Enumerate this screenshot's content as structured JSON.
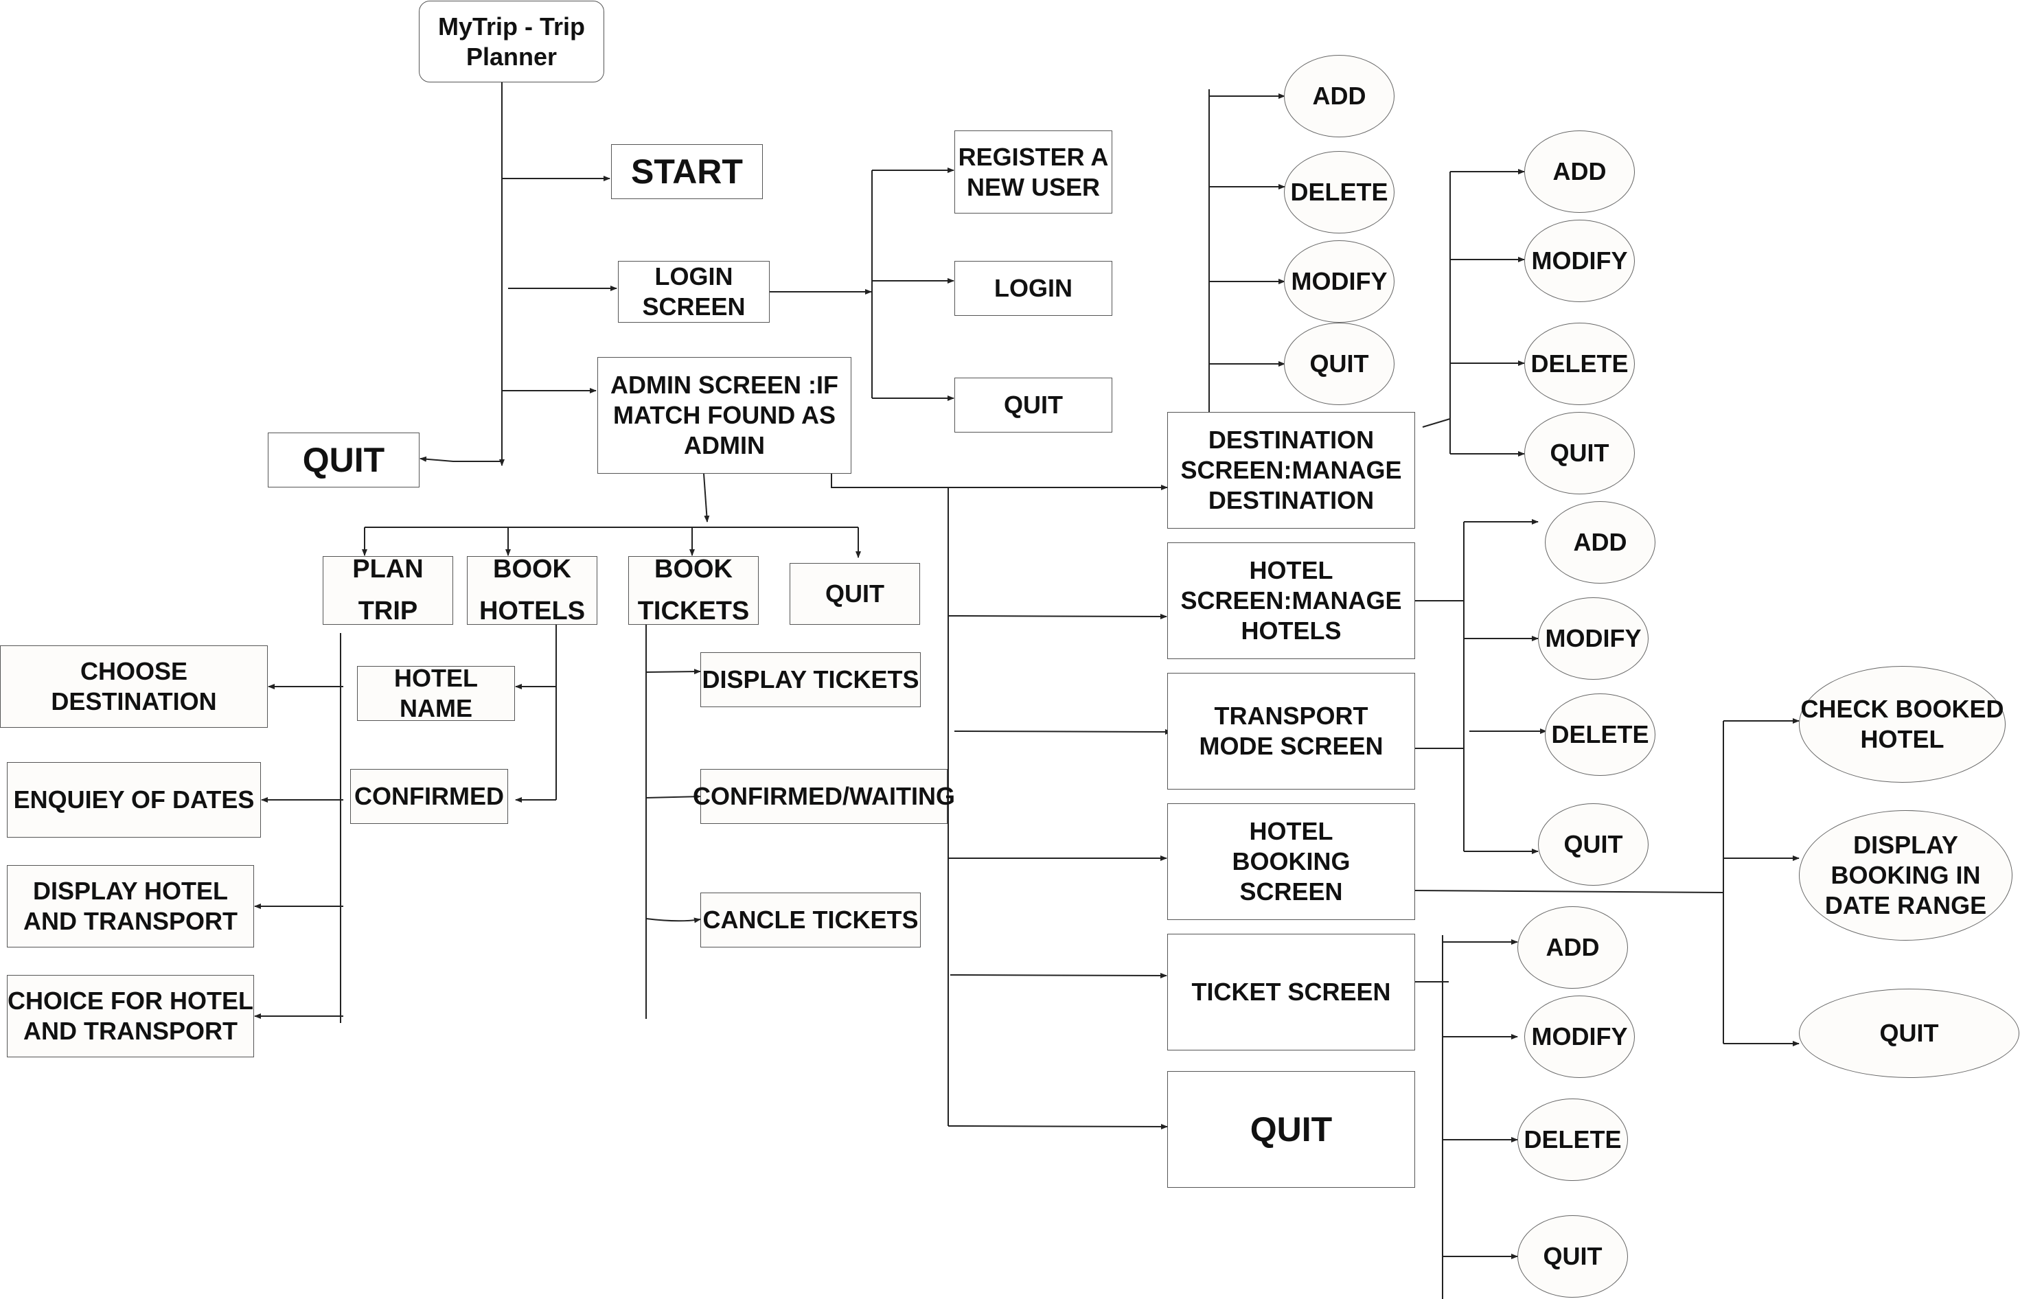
{
  "root": {
    "title": "MyTrip - Trip Planner"
  },
  "main_menu": {
    "start": "START",
    "login_screen": "LOGIN SCREEN",
    "admin_screen": "ADMIN SCREEN :IF MATCH FOUND AS ADMIN",
    "quit": "QUIT"
  },
  "login_options": {
    "register": "REGISTER A NEW USER",
    "login": "LOGIN",
    "quit": "QUIT"
  },
  "user_menu": {
    "plan_trip": "PLAN TRIP",
    "book_hotels": "BOOK HOTELS",
    "book_tickets": "BOOK TICKETS",
    "quit": "QUIT"
  },
  "plan_trip_items": {
    "choose_destination": "CHOOSE DESTINATION",
    "enquiry_dates": "ENQUIEY OF DATES",
    "display_hotel_transport": "DISPLAY HOTEL AND TRANSPORT",
    "choice_hotel_transport": "CHOICE FOR HOTEL AND TRANSPORT"
  },
  "book_hotels_items": {
    "hotel_name": "HOTEL NAME",
    "confirmed": "CONFIRMED"
  },
  "book_tickets_items": {
    "display_tickets": "DISPLAY TICKETS",
    "confirmed_waiting": "CONFIRMED/WAITING",
    "cancel_tickets": "CANCLE TICKETS"
  },
  "admin_screens": {
    "destination": "DESTINATION SCREEN:MANAGE DESTINATION",
    "hotel": "HOTEL SCREEN:MANAGE HOTELS",
    "transport": "TRANSPORT MODE SCREEN",
    "hotel_booking": "HOTEL BOOKING SCREEN",
    "ticket": "TICKET SCREEN",
    "quit": "QUIT"
  },
  "destination_top_ops": {
    "add": "ADD",
    "delete": "DELETE",
    "modify": "MODIFY",
    "quit": "QUIT"
  },
  "destination_ops": {
    "add": "ADD",
    "modify": "MODIFY",
    "delete": "DELETE",
    "quit": "QUIT"
  },
  "hotel_transport_ops": {
    "add": "ADD",
    "modify": "MODIFY",
    "delete": "DELETE",
    "quit": "QUIT"
  },
  "booking_ops": {
    "check_booked": "CHECK BOOKED HOTEL",
    "display_range": "DISPLAY BOOKING IN DATE RANGE",
    "quit": "QUIT"
  },
  "ticket_ops": {
    "add": "ADD",
    "modify": "MODIFY",
    "delete": "DELETE",
    "quit": "QUIT"
  }
}
